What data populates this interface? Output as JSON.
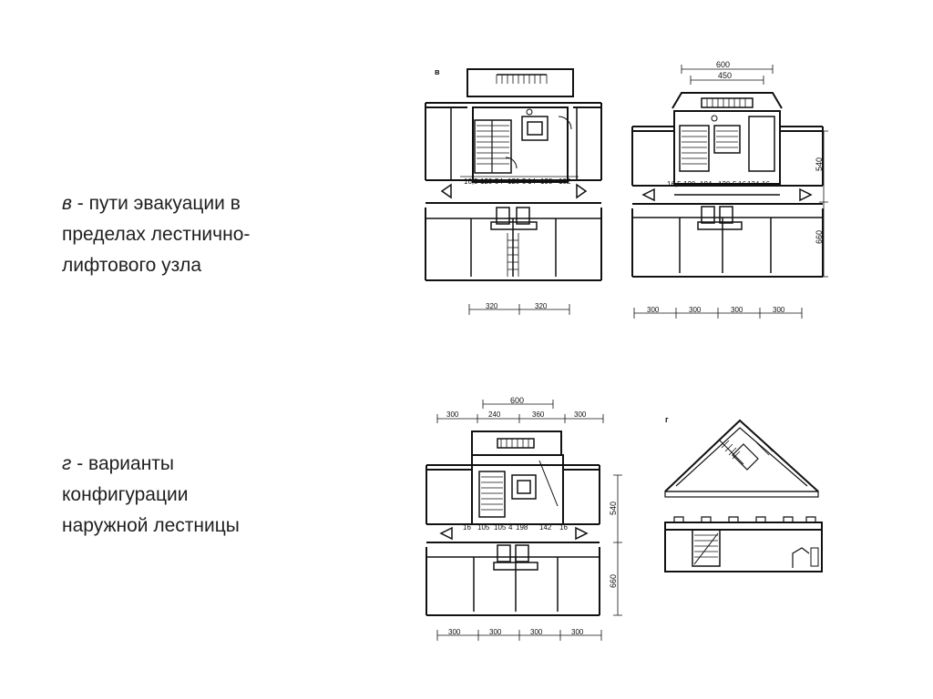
{
  "captions": {
    "v": {
      "letter": "в",
      "line1_rest": " - пути эвакуации  в",
      "line2": "пределах лестнично-",
      "line3": "лифтового узла"
    },
    "g": {
      "letter": "г",
      "line1_rest": " - варианты",
      "line2": "конфигурации",
      "line3": "наружной лестницы"
    }
  },
  "plans": {
    "plan_v1": {
      "panel_label": "в",
      "dims_row": [
        "16,5",
        "120",
        "54",
        "120",
        "5",
        "14",
        "198",
        "102"
      ],
      "bottom_dims": [
        "320",
        "320"
      ]
    },
    "plan_v2": {
      "top_dims": [
        "600",
        "450"
      ],
      "dims_row": [
        "16,5",
        "120",
        "184",
        "120",
        "5",
        "16",
        "134",
        "16"
      ],
      "right_dims": [
        "540",
        "660"
      ],
      "bottom_dims": [
        "300",
        "300",
        "300",
        "300"
      ]
    },
    "plan_g1": {
      "top_dim": "600",
      "top_row": [
        "300",
        "240",
        "360",
        "300"
      ],
      "dims_row": [
        "16",
        "105",
        "105",
        "4",
        "198",
        "142",
        "16"
      ],
      "right_dims": [
        "540",
        "660"
      ],
      "bottom_dims": [
        "300",
        "300",
        "300",
        "300"
      ]
    },
    "plan_g2": {
      "panel_label": "г"
    }
  }
}
